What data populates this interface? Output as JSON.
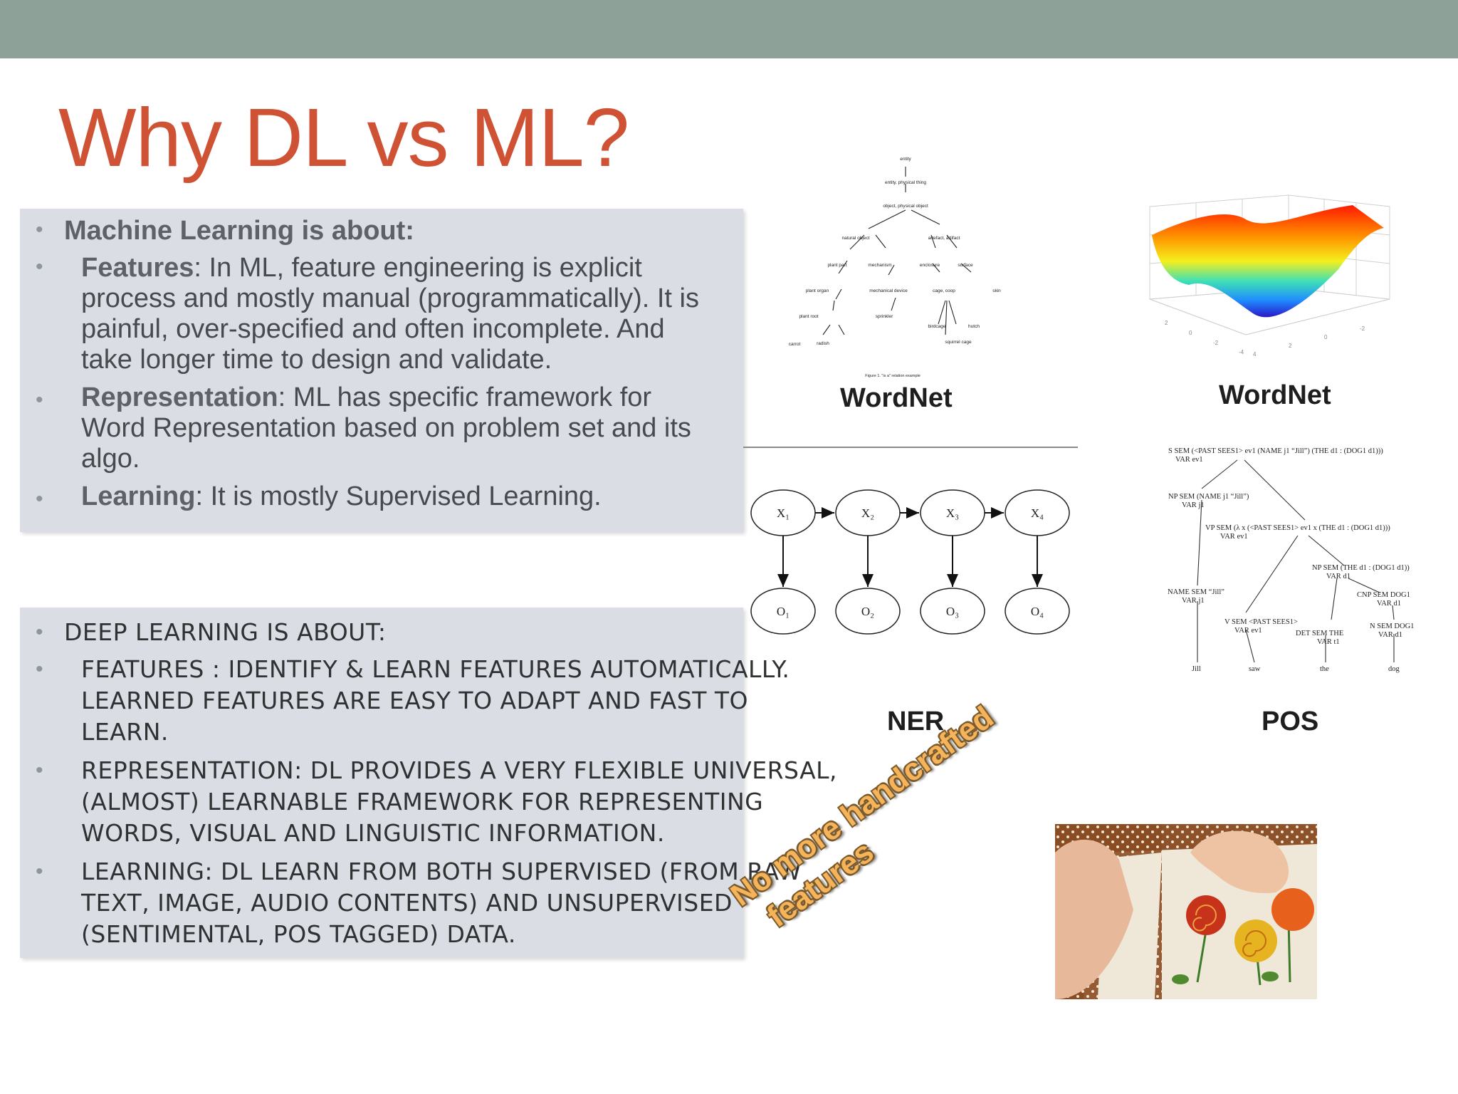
{
  "slide": {
    "title": "Why DL vs ML?"
  },
  "ml_box": {
    "heading": "Machine Learning is about:",
    "features_term": "Features",
    "features_lines": [
      ": In ML, feature engineering is explicit",
      "process and mostly manual (programmatically). It is",
      "painful, over-specified and often incomplete. And",
      "take longer time to design and validate."
    ],
    "representation_term": "Representation",
    "representation_lines": [
      ": ML has specific framework for",
      "Word Representation based on problem set and its",
      "algo."
    ],
    "learning_term": "Learning",
    "learning_text": ": It is mostly Supervised Learning."
  },
  "dl_box": {
    "heading": "DEEP LEARNING IS ABOUT:",
    "features_lines": [
      "FEATURES : IDENTIFY & LEARN FEATURES AUTOMATICALLY.",
      "LEARNED FEATURES ARE EASY TO ADAPT AND FAST TO",
      "LEARN."
    ],
    "representation_lines": [
      "REPRESENTATION: DL PROVIDES A VERY FLEXIBLE UNIVERSAL,",
      "(ALMOST) LEARNABLE FRAMEWORK FOR REPRESENTING",
      "WORDS, VISUAL AND LINGUISTIC INFORMATION."
    ],
    "learning_lines": [
      "LEARNING: DL LEARN FROM BOTH SUPERVISED (FROM RAW",
      "TEXT, IMAGE, AUDIO CONTENTS) AND UNSUPERVISED",
      "(SENTIMENTAL, POS TAGGED) DATA."
    ]
  },
  "captions": {
    "wordnet_left": "WordNet",
    "wordnet_right": "WordNet",
    "ner": "NER",
    "pos": "POS"
  },
  "wordnet_tree": {
    "nodes": [
      "entity",
      "entity, physical thing",
      "object, physical object",
      "natural object",
      "artefact, artifact",
      "plant part",
      "mechanism",
      "enclosure",
      "surface",
      "plant organ",
      "mechanical device",
      "cage, coop",
      "skin",
      "plant root",
      "sprinkler",
      "birdcage",
      "hutch",
      "carrot",
      "radish",
      "squirrel cage"
    ],
    "figure_caption": "Figure 1. \"is a\" relation example"
  },
  "ner_graph": {
    "hidden": [
      "X₁",
      "X₂",
      "X₃",
      "X₄"
    ],
    "observed": [
      "O₁",
      "O₂",
      "O₃",
      "O₄"
    ]
  },
  "pos_tree": {
    "root": "S SEM (<PAST SEES1> ev1 (NAME j1 “Jill”) (THE d1 : (DOG1 d1)))",
    "root_var": "VAR ev1",
    "np1": "NP SEM (NAME j1 “Jill”)",
    "np1_var": "VAR j1",
    "vp": "VP SEM (λ x (<PAST SEES1> ev1 x (THE d1 : (DOG1 d1)))",
    "vp_var": "VAR ev1",
    "np2": "NP SEM (THE d1 : (DOG1 d1))",
    "np2_var": "VAR d1",
    "name": "NAME SEM “Jill”",
    "name_var": "VAR j1",
    "cnp": "CNP SEM DOG1",
    "cnp_var": "VAR d1",
    "v": "V SEM <PAST SEES1>",
    "v_var": "VAR ev1",
    "det": "DET SEM THE",
    "det_var": "VAR t1",
    "n": "N SEM DOG1",
    "n_var": "VAR d1",
    "words": [
      "Jill",
      "saw",
      "the",
      "dog"
    ]
  },
  "surface_plot": {
    "ticks": [
      "2",
      "0",
      "-2",
      "-4",
      "4",
      "2",
      "0",
      "-2"
    ]
  },
  "stamp": {
    "line1": "No more handcrafted",
    "line2": "features"
  },
  "colors": {
    "top_bar": "#8ea198",
    "title": "#cf5234",
    "box_bg": "#dadee4"
  }
}
